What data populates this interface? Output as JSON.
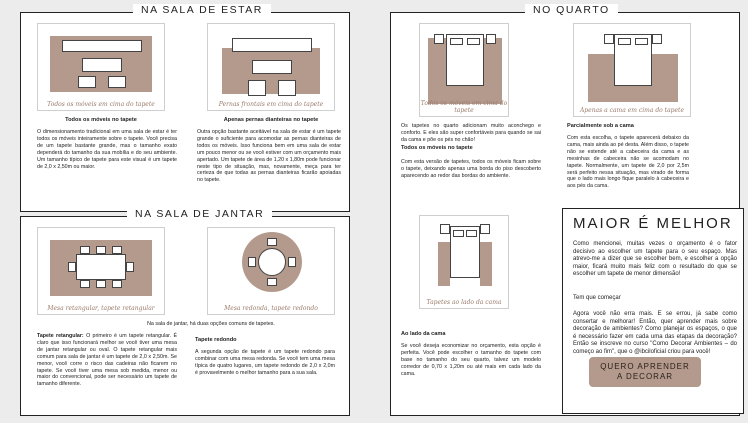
{
  "sala_estar": {
    "title": "NA SALA DE ESTAR",
    "fig1_caption": "Todos os móveis em cima do tapete",
    "fig2_caption": "Pernas frontais em cima do tapete",
    "sub1": "Todos os móveis no tapete",
    "sub2": "Apenas pernas dianteiras no tapete",
    "text1": "O dimensionamento tradicional em uma sala de estar é ter todos os móveis inteiramente sobre o tapete. Você precisa de um tapete bastante grande, mas o tamanho exato dependerá do tamanho da sua mobília e do seu ambiente. Um tamanho típico de tapete para este visual é um tapete de 2,0 x 2,50m ou maior.",
    "text2": "Outra opção bastante aceitável na sala de estar é um tapete grande o suficiente para acomodar as pernas dianteiras de todos os móveis. Isso funciona bem em uma sala de estar um pouco menor ou se você estiver com um orçamento mais apertado. Um tapete de área de 1,20 x 1,80m pode funcionar neste tipo de situação, mas, novamente, meça para ter certeza de que todas as pernas dianteiras ficarão apoiadas no tapete."
  },
  "sala_jantar": {
    "title": "NA SALA DE JANTAR",
    "fig1_caption": "Mesa retangular, tapete retangular",
    "fig2_caption": "Mesa redonda, tapete redondo",
    "intro": "Na sala de jantar, há duas opções comuns de tapetes.",
    "sub1": "Tapete retangular:",
    "text1": "O primeiro é um tapete retangular. É claro que isso funcionará melhor se você tiver uma mesa de jantar retangular ou oval. O tapete retangular mais comum para sala de jantar é um tapete de 2,0 x 2,50m. Se menor, você corre o risco das cadeiras não ficarem no tapete. Se você tiver uma mesa sob medida, menor ou maior do convencional, pode ser necessário um tapete de tamanho diferente.",
    "sub2": "Tapete redondo",
    "text2": "A segunda opção de tapete é um tapete redondo para combinar com uma mesa redonda. Se você tem uma mesa típica de quatro lugares, um tapete redondo de 2,0 x 2,0m é provavelmente o melhor tamanho para a sua sala."
  },
  "quarto": {
    "title": "NO QUARTO",
    "fig1_caption": "Todos os móveis em cima do tapete",
    "fig2_caption": "Apenas a cama em cima do tapete",
    "fig3_caption": "Tapetes ao lado da cama",
    "text1": "Os tapetes no quarto adicionam muito aconchego e conforto. E eles são super confortáveis para quando se sai da cama e põe os pés no chão!",
    "sub1": "Todos os móveis no tapete",
    "text1b": "Com esta versão de tapetes, todos os móveis ficam sobre o tapete, deixando apenas uma borda do piso descoberto aparecendo ao redor das bordas do ambiente.",
    "sub2": "Parcialmente sob a cama",
    "text2": "Com esta escolha, o tapete aparecerá debaixo da cama, mais ainda ao pé desta. Além disso, o tapete não se estende até a cabeceira da cama e as mesinhas de cabeceira não se acomodam no tapete. Normalmente, um tapete de 2,0 por 2,5m será perfeito nessa situação, mas virado de forma que o lado mais longo fique paralelo à cabeceira e aos pés da cama.",
    "sub3": "Ao lado da cama",
    "text3": "Se você deseja economizar no orçamento, esta opção é perfeita. Você pode escolher o tamanho do tapete com base no tamanho do seu quarto, talvez um modelo corredor de 0,70 x 1,20m ou até mais em cada lado da cama."
  },
  "maior": {
    "title": "MAIOR É MELHOR",
    "p1": "Como mencionei, muitas vezes o orçamento é o fator decisivo ao escolher um tapete para o seu espaço. Mas atrevo-me a dizer que se escolher bem, e escolher a opção maior, ficará muito mais feliz com o resultado do que se escolher um tapete de menor dimensão!",
    "p2": "Tem que começar",
    "p3": "Agora você não erra mais. E se errou, já sabe como consertar e melhorar! Então, quer aprender mais sobre decoração de ambientes? Como planejar os espaços, o que é necessário fazer em cada uma das etapas da decoração? Então se inscreve no curso \"Como Decorar Ambientes – do começo ao fim\", que o @ibciloficial criou para você!",
    "button_line1": "QUERO APRENDER",
    "button_line2": "A DECORAR"
  },
  "colors": {
    "rug": "#b39a8d",
    "caption": "#9a7a6a"
  }
}
